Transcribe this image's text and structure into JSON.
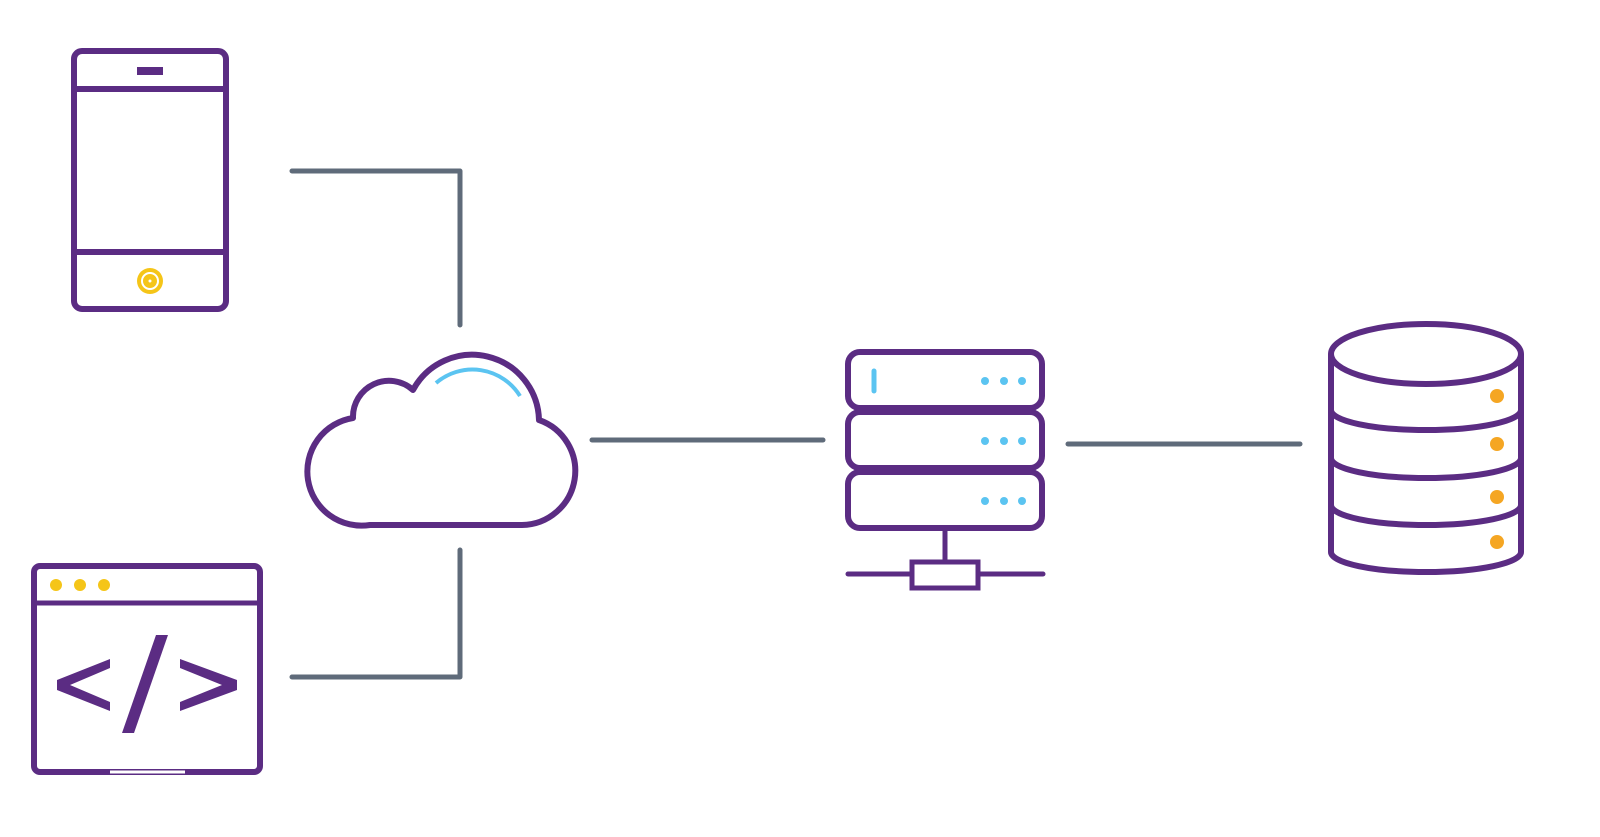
{
  "diagram": {
    "nodes": [
      {
        "id": "mobile",
        "icon": "smartphone-icon"
      },
      {
        "id": "web",
        "icon": "browser-code-icon"
      },
      {
        "id": "cloud",
        "icon": "cloud-icon"
      },
      {
        "id": "server",
        "icon": "server-rack-icon"
      },
      {
        "id": "database",
        "icon": "database-icon"
      }
    ],
    "connections": [
      {
        "from": "mobile",
        "to": "cloud"
      },
      {
        "from": "web",
        "to": "cloud"
      },
      {
        "from": "cloud",
        "to": "server"
      },
      {
        "from": "server",
        "to": "database"
      }
    ]
  },
  "colors": {
    "outline": "#5b2c83",
    "connector": "#5f6b7a",
    "accent_blue": "#5bc4f1",
    "accent_yellow": "#f5c518",
    "accent_orange": "#f5a623",
    "background": "#ffffff"
  },
  "code_tag": "</>"
}
